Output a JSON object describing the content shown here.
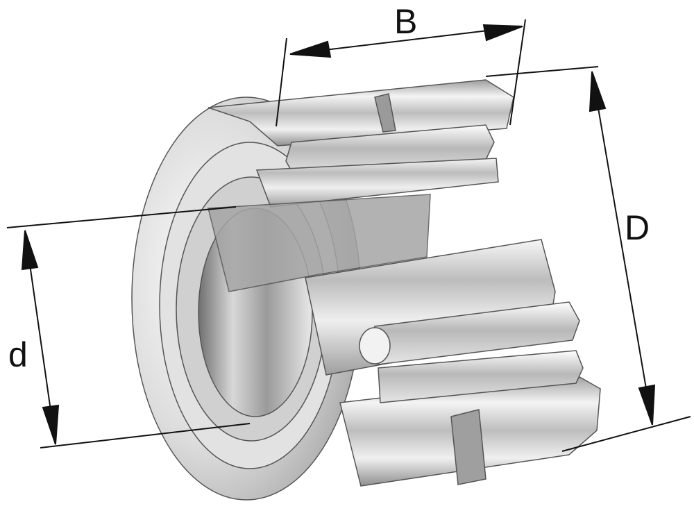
{
  "diagram": {
    "dimensions": {
      "width_label": "B",
      "outer_diameter_label": "D",
      "inner_diameter_label": "d"
    },
    "colors": {
      "line": "#111111",
      "metal_light": "#f2f2f2",
      "metal_mid": "#c9c9c9",
      "metal_dark": "#8a8a8a",
      "outline": "#555555"
    }
  }
}
